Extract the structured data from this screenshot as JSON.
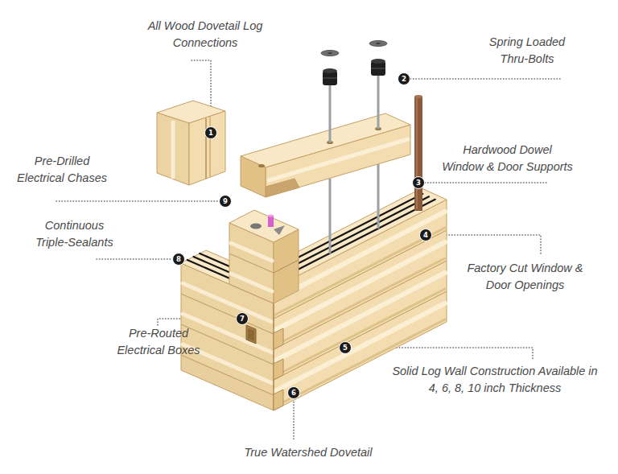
{
  "diagram": {
    "nodes": [
      {
        "text": [
          "1"
        ]
      },
      {
        "text": [
          "2"
        ]
      },
      {
        "text": [
          "3"
        ]
      },
      {
        "text": [
          "4"
        ]
      },
      {
        "text": [
          "5"
        ]
      },
      {
        "text": [
          "6"
        ]
      },
      {
        "text": [
          "7"
        ]
      },
      {
        "text": [
          "8"
        ]
      },
      {
        "text": [
          "9"
        ]
      }
    ],
    "labels": [
      "All Wood Dovetail Log Connections",
      "Spring Loaded Thru-Bolts",
      "Hardwood Dowel Window & Door Supports",
      "Pre-Drilled Electrical Chases",
      "Continuous Triple-Sealants",
      "Factory Cut Window & Door Openings",
      "Pre-Routed Electrical Boxes",
      "Solid Log Wall Construction Available in 4, 6, 8, 10 inch Thickness",
      "True Watershed Dovetail"
    ]
  }
}
